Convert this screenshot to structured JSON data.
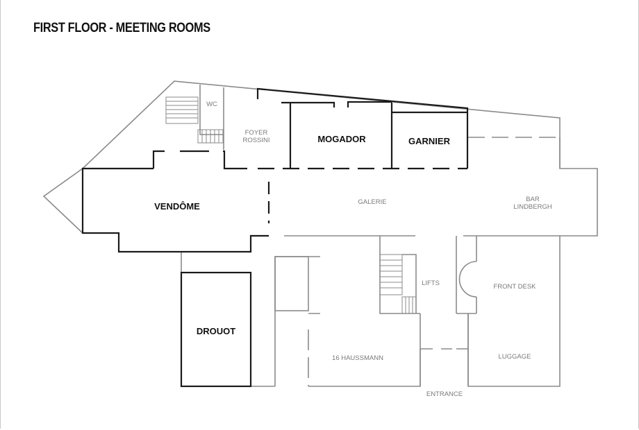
{
  "title": "FIRST FLOOR - MEETING ROOMS",
  "rooms": {
    "wc": "WC",
    "foyer_line1": "FOYER",
    "foyer_line2": "ROSSINI",
    "mogador": "MOGADOR",
    "garnier": "GARNIER",
    "vendome": "VENDÔME",
    "galerie": "GALERIE",
    "bar_line1": "BAR",
    "bar_line2": "LINDBERGH",
    "lifts": "LIFTS",
    "front_desk": "FRONT DESK",
    "drouot": "DROUOT",
    "haussmann": "16 HAUSSMANN",
    "luggage": "LUGGAGE",
    "entrance": "ENTRANCE"
  },
  "colors": {
    "meeting_room_wall": "#1a1a1a",
    "building_wall": "#8a8a8a",
    "background": "#ffffff"
  }
}
